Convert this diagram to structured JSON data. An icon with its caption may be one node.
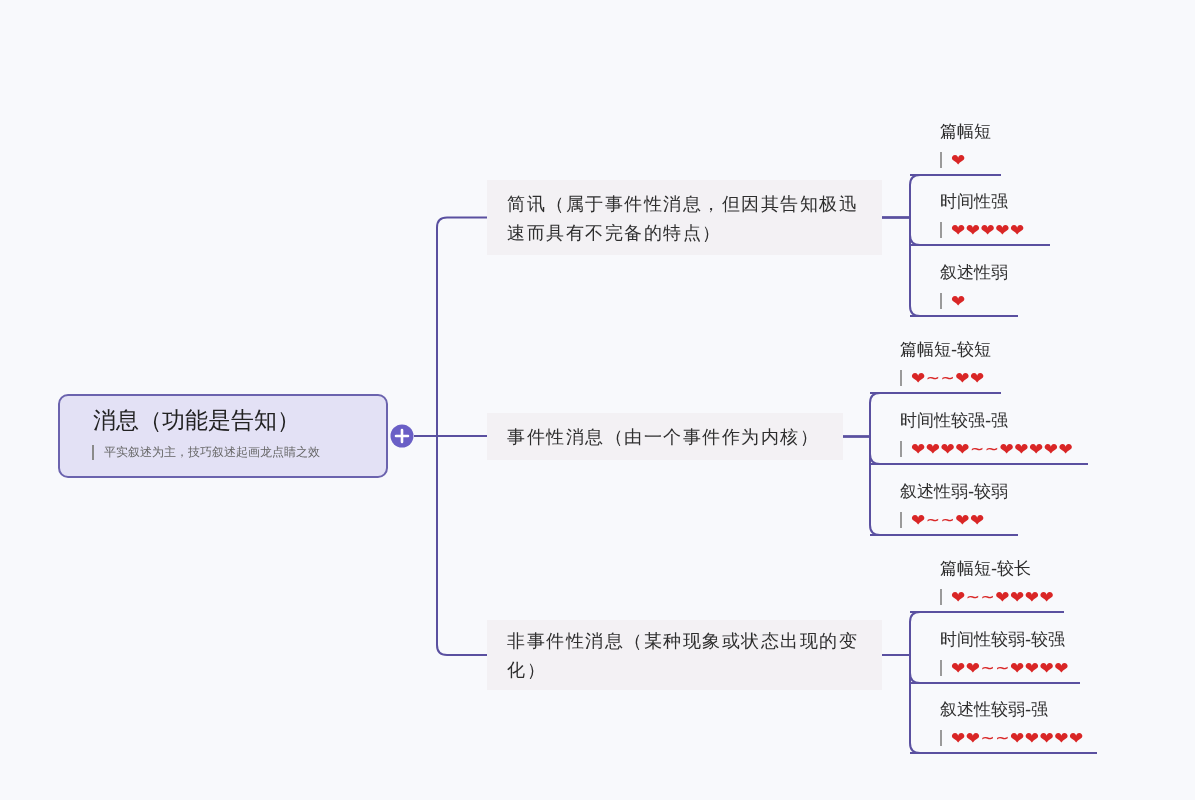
{
  "diagram": {
    "nodes": [
      {
        "text": [
          "消息（功能是告知）",
          "平实叙述为主，技巧叙述起画龙点睛之效"
        ]
      },
      {
        "text": [
          "简讯（属于事件性消息，但因其告知极迅速而具有不完备的特点）"
        ]
      },
      {
        "text": [
          "篇幅短",
          "❤"
        ]
      },
      {
        "text": [
          "时间性强",
          "❤❤❤❤❤"
        ]
      },
      {
        "text": [
          "叙述性弱",
          "❤"
        ]
      },
      {
        "text": [
          "事件性消息（由一个事件作为内核）"
        ]
      },
      {
        "text": [
          "篇幅短-较短",
          "❤~~❤❤"
        ]
      },
      {
        "text": [
          "时间性较强-强",
          "❤❤❤❤~~❤❤❤❤❤"
        ]
      },
      {
        "text": [
          "叙述性弱-较弱",
          "❤~~❤❤"
        ]
      },
      {
        "text": [
          "非事件性消息（某种现象或状态出现的变化）"
        ]
      },
      {
        "text": [
          "篇幅短-较长",
          "❤~~❤❤❤❤"
        ]
      },
      {
        "text": [
          "时间性较弱-较强",
          "❤❤~~❤❤❤❤"
        ]
      },
      {
        "text": [
          "叙述性较弱-强",
          "❤❤~~❤❤❤❤❤"
        ]
      }
    ],
    "edges": [
      {
        "from": 0,
        "to": 1,
        "arrow": "none"
      },
      {
        "from": 0,
        "to": 5,
        "arrow": "none"
      },
      {
        "from": 0,
        "to": 9,
        "arrow": "none"
      },
      {
        "from": 1,
        "to": 2,
        "arrow": "none"
      },
      {
        "from": 1,
        "to": 3,
        "arrow": "none"
      },
      {
        "from": 1,
        "to": 4,
        "arrow": "none"
      },
      {
        "from": 5,
        "to": 6,
        "arrow": "none"
      },
      {
        "from": 5,
        "to": 7,
        "arrow": "none"
      },
      {
        "from": 5,
        "to": 8,
        "arrow": "none"
      },
      {
        "from": 9,
        "to": 10,
        "arrow": "none"
      },
      {
        "from": 9,
        "to": 11,
        "arrow": "none"
      },
      {
        "from": 9,
        "to": 12,
        "arrow": "none"
      }
    ]
  }
}
